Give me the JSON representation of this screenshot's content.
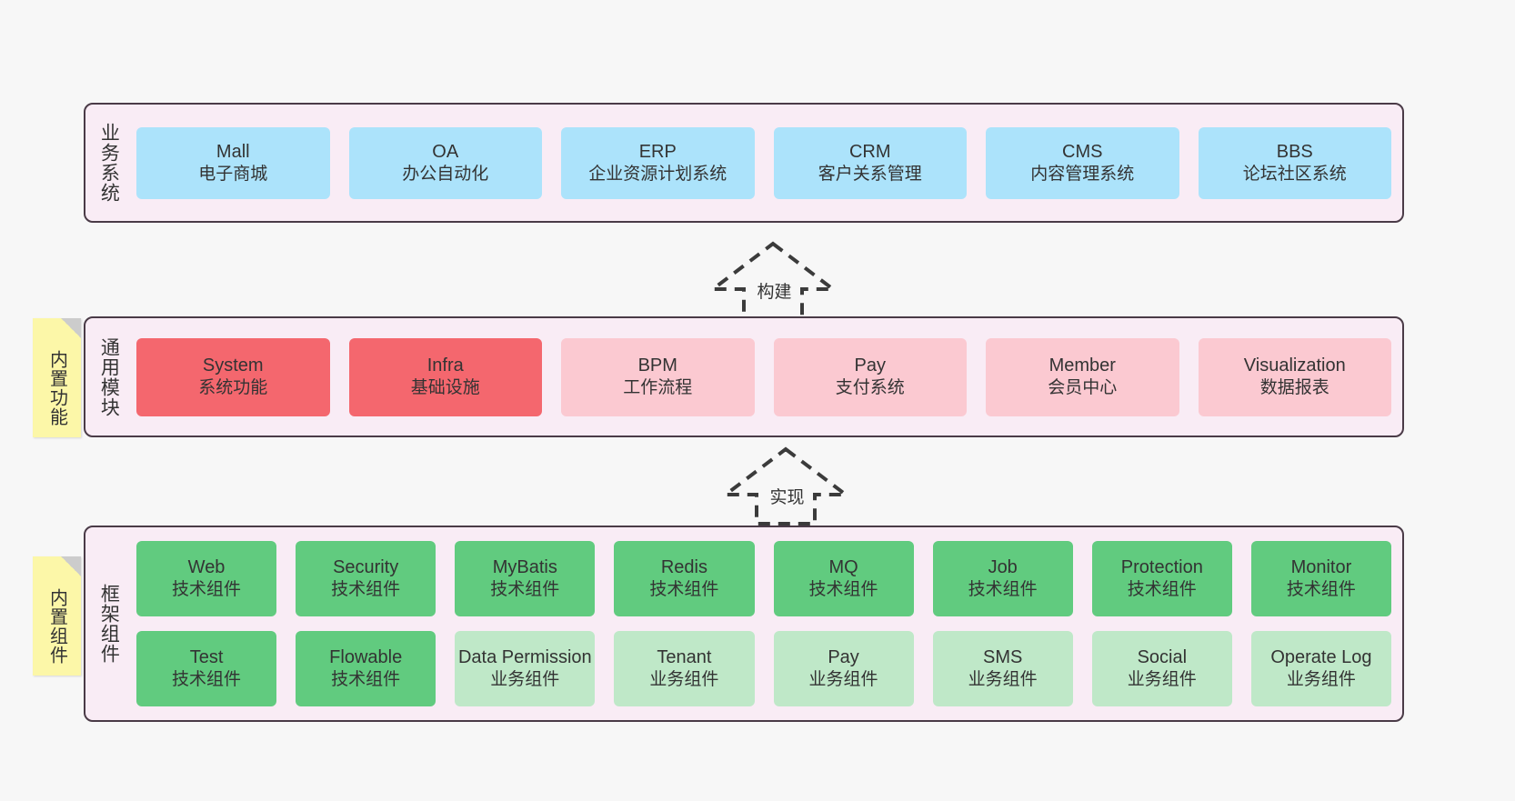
{
  "canvas": {
    "background": "#f7f7f7",
    "panel_fill": "#f9ecf5",
    "panel_border": "#4a3b47",
    "note_fill": "#fcf7a8",
    "note_fold": "#cccccc"
  },
  "layers": [
    {
      "id": "business-systems",
      "title": "业务系统",
      "rows": [
        {
          "cards": [
            {
              "en": "Mall",
              "cn": "电子商城",
              "color": "#ace3fb",
              "tone": "c-blue"
            },
            {
              "en": "OA",
              "cn": "办公自动化",
              "color": "#ace3fb",
              "tone": "c-blue"
            },
            {
              "en": "ERP",
              "cn": "企业资源计划系统",
              "color": "#ace3fb",
              "tone": "c-blue"
            },
            {
              "en": "CRM",
              "cn": "客户关系管理",
              "color": "#ace3fb",
              "tone": "c-blue"
            },
            {
              "en": "CMS",
              "cn": "内容管理系统",
              "color": "#ace3fb",
              "tone": "c-blue"
            },
            {
              "en": "BBS",
              "cn": "论坛社区系统",
              "color": "#ace3fb",
              "tone": "c-blue"
            }
          ]
        }
      ]
    },
    {
      "id": "common-modules",
      "title": "通用模块",
      "note": "内置功能",
      "rows": [
        {
          "cards": [
            {
              "en": "System",
              "cn": "系统功能",
              "color": "#f4676e",
              "tone": "c-red"
            },
            {
              "en": "Infra",
              "cn": "基础设施",
              "color": "#f4676e",
              "tone": "c-red"
            },
            {
              "en": "BPM",
              "cn": "工作流程",
              "color": "#fbc9d1",
              "tone": "c-pink"
            },
            {
              "en": "Pay",
              "cn": "支付系统",
              "color": "#fbc9d1",
              "tone": "c-pink"
            },
            {
              "en": "Member",
              "cn": "会员中心",
              "color": "#fbc9d1",
              "tone": "c-pink"
            },
            {
              "en": "Visualization",
              "cn": "数据报表",
              "color": "#fbc9d1",
              "tone": "c-pink"
            }
          ]
        }
      ]
    },
    {
      "id": "framework-components",
      "title": "框架组件",
      "note": "内置组件",
      "rows": [
        {
          "cards": [
            {
              "en": "Web",
              "cn": "技术组件",
              "color": "#61cb7f",
              "tone": "c-green"
            },
            {
              "en": "Security",
              "cn": "技术组件",
              "color": "#61cb7f",
              "tone": "c-green"
            },
            {
              "en": "MyBatis",
              "cn": "技术组件",
              "color": "#61cb7f",
              "tone": "c-green"
            },
            {
              "en": "Redis",
              "cn": "技术组件",
              "color": "#61cb7f",
              "tone": "c-green"
            },
            {
              "en": "MQ",
              "cn": "技术组件",
              "color": "#61cb7f",
              "tone": "c-green"
            },
            {
              "en": "Job",
              "cn": "技术组件",
              "color": "#61cb7f",
              "tone": "c-green"
            },
            {
              "en": "Protection",
              "cn": "技术组件",
              "color": "#61cb7f",
              "tone": "c-green"
            },
            {
              "en": "Monitor",
              "cn": "技术组件",
              "color": "#61cb7f",
              "tone": "c-green"
            }
          ]
        },
        {
          "cards": [
            {
              "en": "Test",
              "cn": "技术组件",
              "color": "#61cb7f",
              "tone": "c-green"
            },
            {
              "en": "Flowable",
              "cn": "技术组件",
              "color": "#61cb7f",
              "tone": "c-green"
            },
            {
              "en": "Data Permission",
              "cn": "业务组件",
              "color": "#bfe8c8",
              "tone": "c-green-light"
            },
            {
              "en": "Tenant",
              "cn": "业务组件",
              "color": "#bfe8c8",
              "tone": "c-green-light"
            },
            {
              "en": "Pay",
              "cn": "业务组件",
              "color": "#bfe8c8",
              "tone": "c-green-light"
            },
            {
              "en": "SMS",
              "cn": "业务组件",
              "color": "#bfe8c8",
              "tone": "c-green-light"
            },
            {
              "en": "Social",
              "cn": "业务组件",
              "color": "#bfe8c8",
              "tone": "c-green-light"
            },
            {
              "en": "Operate Log",
              "cn": "业务组件",
              "color": "#bfe8c8",
              "tone": "c-green-light"
            }
          ]
        }
      ]
    }
  ],
  "arrows": [
    {
      "id": "build-arrow",
      "label": "构建"
    },
    {
      "id": "implement-arrow",
      "label": "实现"
    }
  ]
}
